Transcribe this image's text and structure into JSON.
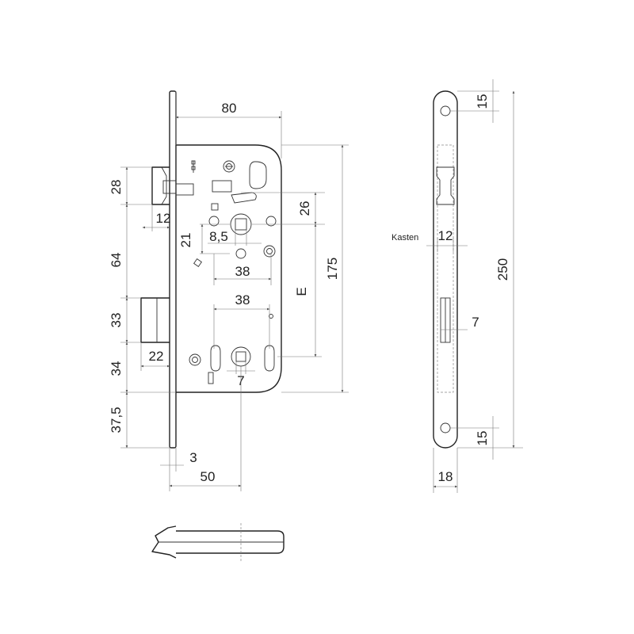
{
  "dimensions": {
    "backset": "80",
    "latch_height": "28",
    "latch_projection": "12",
    "d21": "21",
    "d8_5": "8,5",
    "d26": "26",
    "d38_top": "38",
    "d175": "175",
    "d_e": "E",
    "d64": "64",
    "d38_bottom": "38",
    "d33": "33",
    "bolt_projection": "22",
    "d34": "34",
    "d7_bottom": "7",
    "d37_5": "37,5",
    "faceplate_thickness": "3",
    "backset_50": "50",
    "side_15_top": "15",
    "kasten_label": "Kasten",
    "kasten_12": "12",
    "side_7": "7",
    "side_250": "250",
    "side_15_bottom": "15",
    "side_18": "18"
  }
}
